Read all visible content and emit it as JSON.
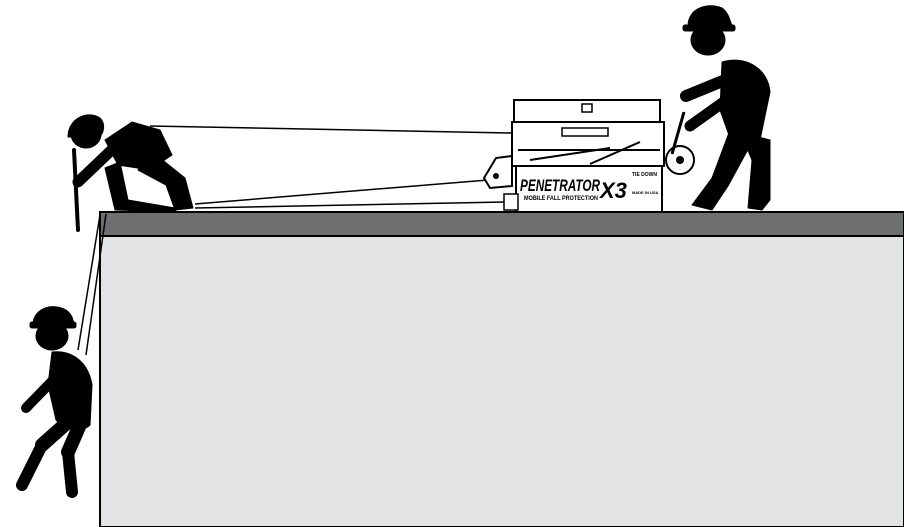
{
  "device": {
    "brand_name": "PENETRATOR",
    "model": "X3",
    "tagline": "MOBILE FALL PROTECTION",
    "maker_text": "TIE DOWN",
    "made_in": "MADE IN USA"
  },
  "colors": {
    "roof_top": "#6e6f71",
    "roof_face": "#e2e3e5",
    "figure": "#000000",
    "background": "#ffffff"
  }
}
